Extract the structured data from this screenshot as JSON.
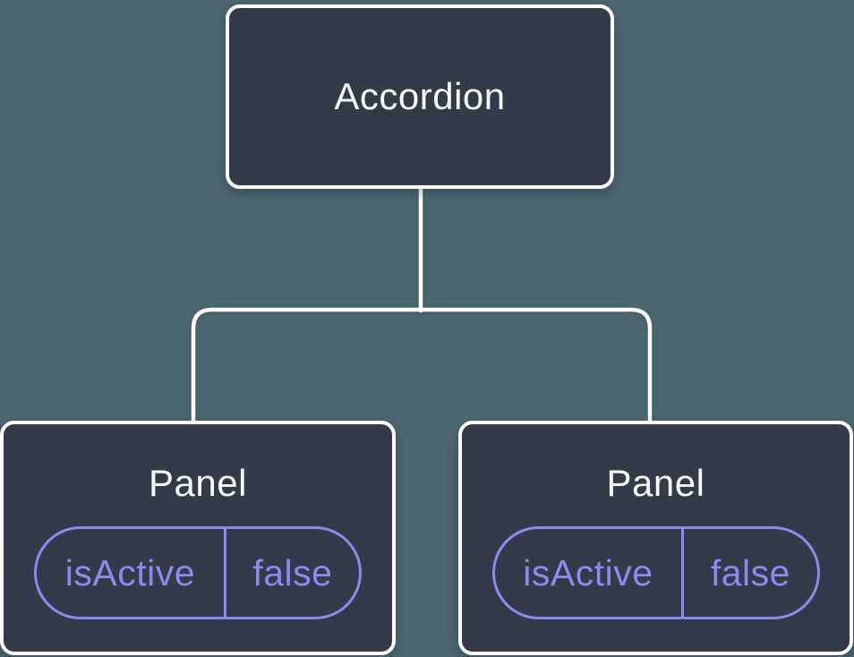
{
  "diagram": {
    "root": {
      "label": "Accordion"
    },
    "panels": [
      {
        "label": "Panel",
        "state": {
          "key": "isActive",
          "value": "false"
        }
      },
      {
        "label": "Panel",
        "state": {
          "key": "isActive",
          "value": "false"
        }
      }
    ],
    "colors": {
      "background": "#4c6670",
      "node_fill": "#343a47",
      "node_border": "#ffffff",
      "node_text": "#f7f9fb",
      "state_accent": "#878cf0",
      "connector": "#ffffff"
    }
  }
}
